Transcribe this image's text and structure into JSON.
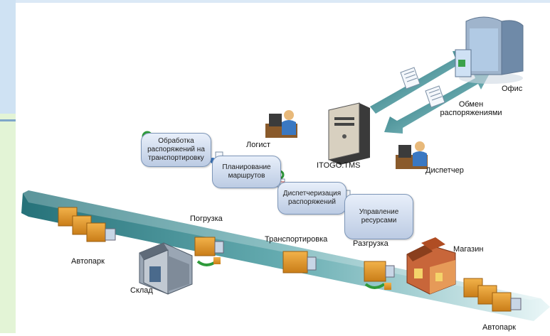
{
  "labels": {
    "office": "Офис",
    "exchange": "Обмен распоряжениями",
    "logist": "Логист",
    "tms": "ITOGO.TMS",
    "dispatcher": "Диспетчер",
    "loading": "Погрузка",
    "transport": "Транспортировка",
    "unloading": "Разгрузка",
    "store": "Магазин",
    "autopark_start": "Автопарк",
    "warehouse": "Склад",
    "autopark_end": "Автопарк"
  },
  "process_boxes": [
    {
      "label": "Обработка распоряжений на транспортировку"
    },
    {
      "label": "Планирование маршрутов"
    },
    {
      "label": "Диспетчеризация распоряжений"
    },
    {
      "label": "Управление ресурсами"
    }
  ],
  "icons": [
    "office-building-icon",
    "document-icon",
    "server-icon",
    "person-computer-icon",
    "truck-icon",
    "warehouse-icon",
    "store-icon",
    "refresh-icon",
    "table-icon",
    "arrow-icon"
  ],
  "colors": {
    "band_dark": "#1f6f78",
    "band_light": "#d7eef0",
    "arrow_green": "#2e9a3a",
    "box_fill": "#c7d5ea"
  }
}
